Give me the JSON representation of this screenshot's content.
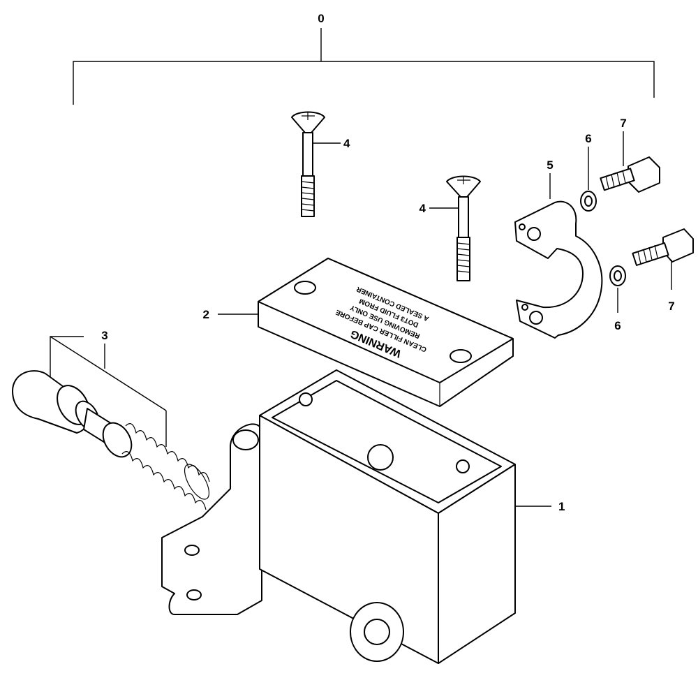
{
  "callouts": {
    "assembly": "0",
    "body": "1",
    "cover": "2",
    "piston": "3",
    "screw_a": "4",
    "screw_b": "4",
    "clamp": "5",
    "washer_a": "6",
    "washer_b": "6",
    "bolt_a": "7",
    "bolt_b": "7"
  },
  "cover_plate": {
    "line1": "WARNING",
    "line2": "CLEAN FILLER CAP BEFORE",
    "line3": "REMOVING USE ONLY",
    "line4": "DOT3 FLUID FROM",
    "line5": "A SEALED CONTAINER"
  }
}
